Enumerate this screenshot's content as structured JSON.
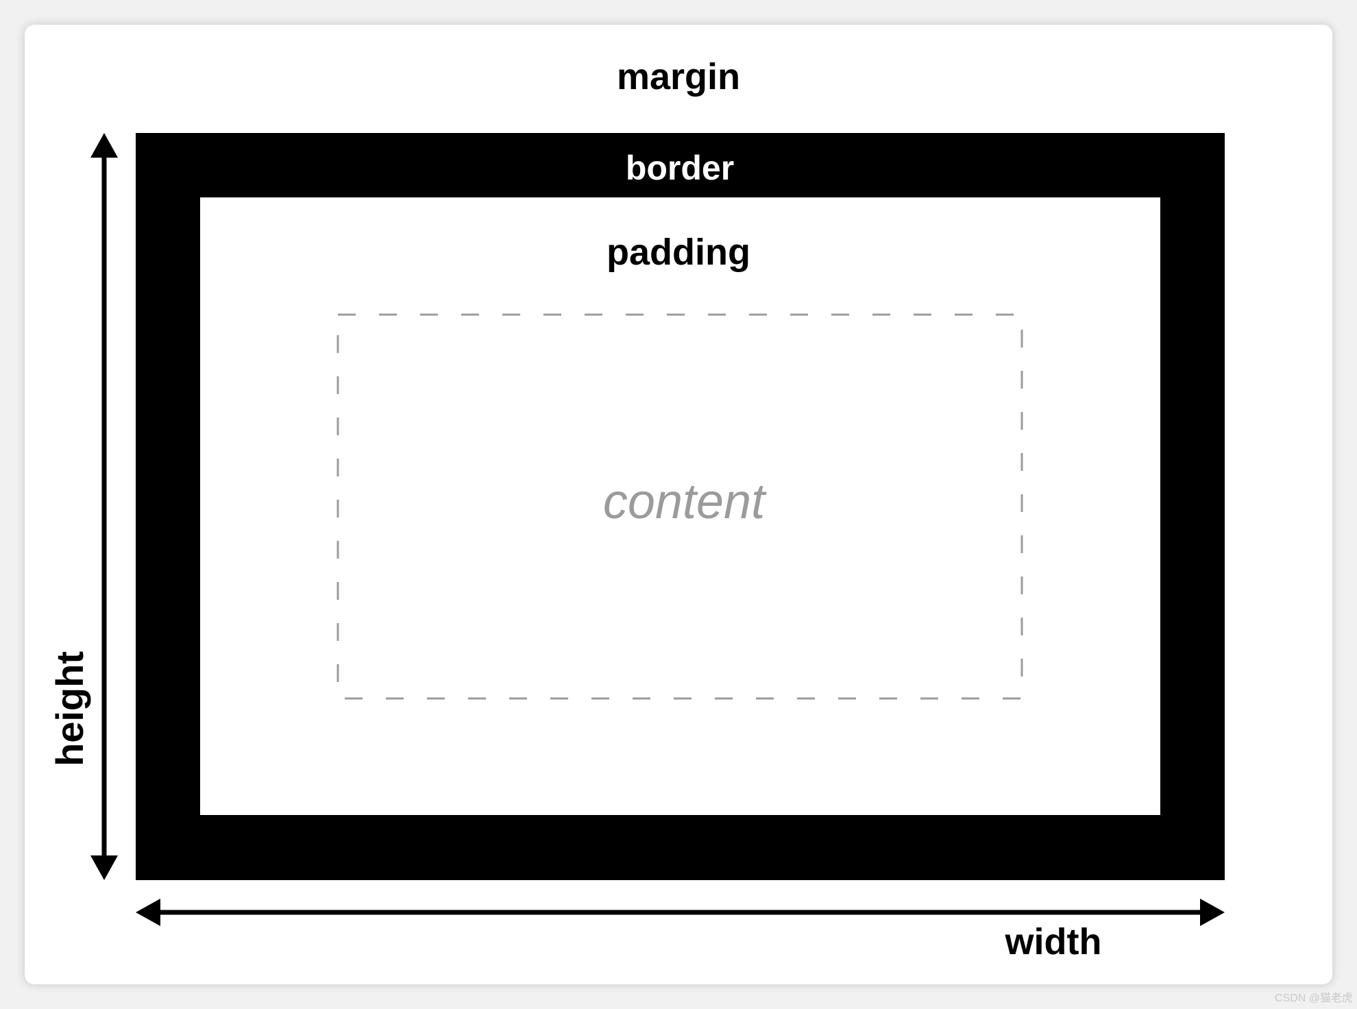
{
  "diagram": {
    "labels": {
      "margin": "margin",
      "border": "border",
      "padding": "padding",
      "content": "content",
      "height": "height",
      "width": "width"
    },
    "colors": {
      "border": "#000000",
      "padding": "#ffffff",
      "content_dash": "#9b9b9b",
      "content_text": "#9b9b9b",
      "text": "#000000",
      "border_text": "#ffffff"
    }
  },
  "watermark": "CSDN @猫老虎"
}
